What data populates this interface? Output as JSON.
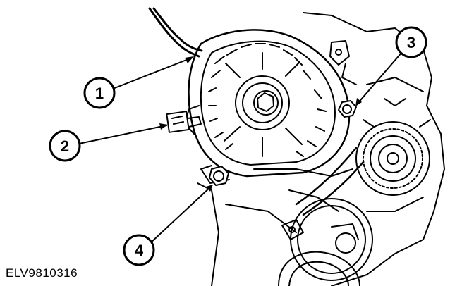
{
  "figure_code": "ELV9810316",
  "callouts": [
    {
      "number": "1"
    },
    {
      "number": "2"
    },
    {
      "number": "3"
    },
    {
      "number": "4"
    }
  ],
  "colors": {
    "line": "#000000",
    "background": "#ffffff"
  }
}
